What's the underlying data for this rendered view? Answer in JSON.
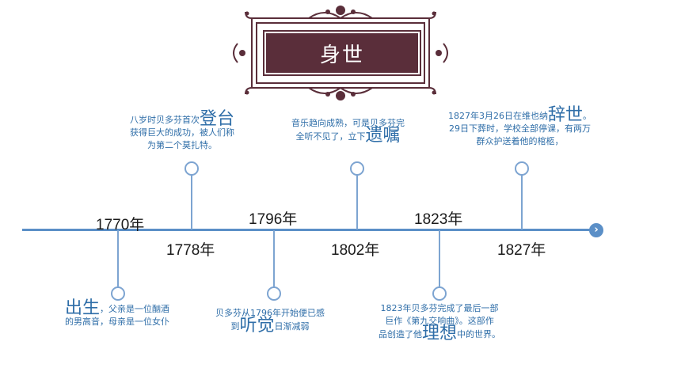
{
  "header": {
    "title": "身世"
  },
  "timeline": {
    "years": [
      "1770年",
      "1778年",
      "1796年",
      "1802年",
      "1823年",
      "1827年"
    ],
    "arrow_glyph": "›"
  },
  "events": {
    "birth": {
      "keyword": "出生",
      "line1_rest": "，父亲是一位酗酒",
      "line2": "的男高音，母亲是一位女仆"
    },
    "debut": {
      "line1_pre": "八岁时贝多芬首次",
      "keyword": "登台",
      "line2": "获得巨大的成功，被人们称",
      "line3": "为第二个莫扎特。"
    },
    "hearing": {
      "line1": "贝多芬从1796年开始便已感",
      "line2_pre": "到",
      "keyword": "听觉",
      "line2_post": "日渐减弱"
    },
    "will": {
      "line1": "音乐趋向成熟，可是贝多芬完",
      "line2_pre": "全听不见了，立下",
      "keyword": "遗嘱"
    },
    "ideal": {
      "line1": "1823年贝多芬完成了最后一部",
      "line2": "巨作《第九交响曲》。这部作",
      "line3_pre": "品创造了他",
      "keyword": "理想",
      "line3_post": "中的世界。"
    },
    "death": {
      "line1_pre": "1827年3月26日在维也纳",
      "keyword": "辞世",
      "line1_post": "。",
      "line2": "29日下葬时，学校全部停课，有两万",
      "line3": "群众护送着他的棺柩，"
    }
  },
  "colors": {
    "accent": "#5b8fc7",
    "text_blue": "#2f6ea8",
    "title_bg": "#5a2e3a"
  }
}
